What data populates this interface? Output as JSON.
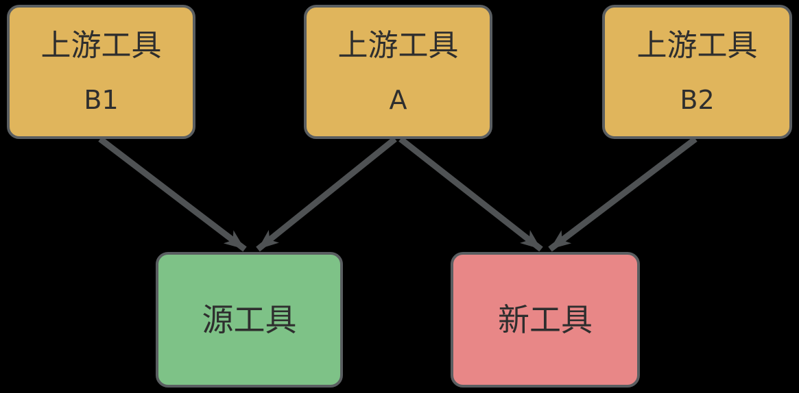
{
  "nodes": {
    "upstream_b1": {
      "title": "上游工具",
      "subtitle": "B1"
    },
    "upstream_a": {
      "title": "上游工具",
      "subtitle": "A"
    },
    "upstream_b2": {
      "title": "上游工具",
      "subtitle": "B2"
    },
    "source_tool": {
      "label": "源工具"
    },
    "new_tool": {
      "label": "新工具"
    }
  },
  "edges": [
    {
      "from": "upstream_b1",
      "to": "source_tool"
    },
    {
      "from": "upstream_a",
      "to": "source_tool"
    },
    {
      "from": "upstream_a",
      "to": "new_tool"
    },
    {
      "from": "upstream_b2",
      "to": "new_tool"
    }
  ],
  "colors": {
    "background": "#000000",
    "upstream_fill": "#e0b55c",
    "source_fill": "#7ec287",
    "new_fill": "#e88787",
    "node_border": "#5a5e61",
    "arrow": "#4f5254",
    "text": "#2e2e2e"
  }
}
